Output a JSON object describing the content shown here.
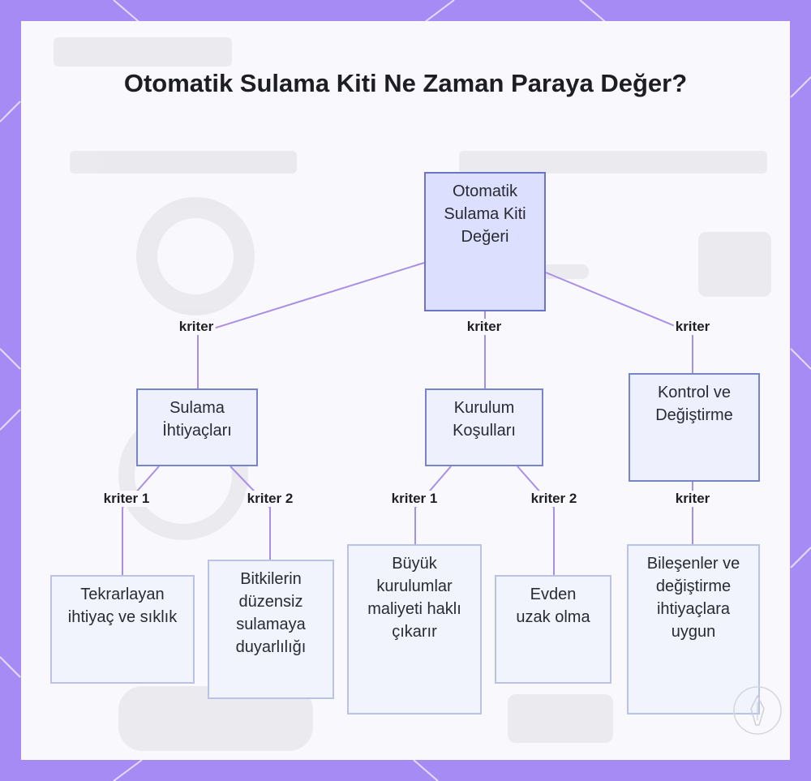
{
  "title": "Otomatik Sulama Kiti Ne Zaman Paraya Değer?",
  "diagram": {
    "nodes": [
      {
        "id": "root",
        "text": "Otomatik Sulama Kiti Değeri"
      },
      {
        "id": "n1",
        "text": "Sulama İhtiyaçları"
      },
      {
        "id": "n2",
        "text": "Kurulum Koşulları"
      },
      {
        "id": "n3",
        "text": "Kontrol ve Değiştirme"
      },
      {
        "id": "l1",
        "text": "Tekrarlayan ihtiyaç ve sıklık"
      },
      {
        "id": "l2",
        "text": "Bitkilerin düzensiz sulamaya duyarlılığı"
      },
      {
        "id": "l3",
        "text": "Büyük kurulumlar maliyeti haklı çıkarır"
      },
      {
        "id": "l4",
        "text": "Evden uzak olma"
      },
      {
        "id": "l5",
        "text": "Bileşenler ve değiştirme ihtiyaçlara uygun"
      }
    ],
    "edges": [
      {
        "from": "root",
        "to": "n1",
        "label": "kriter"
      },
      {
        "from": "root",
        "to": "n2",
        "label": "kriter"
      },
      {
        "from": "root",
        "to": "n3",
        "label": "kriter"
      },
      {
        "from": "n1",
        "to": "l1",
        "label": "kriter 1"
      },
      {
        "from": "n1",
        "to": "l2",
        "label": "kriter 2"
      },
      {
        "from": "n2",
        "to": "l3",
        "label": "kriter 1"
      },
      {
        "from": "n2",
        "to": "l4",
        "label": "kriter 2"
      },
      {
        "from": "n3",
        "to": "l5",
        "label": "kriter"
      }
    ]
  },
  "colors": {
    "frame": "#a78bf5",
    "edge": "#a88ee6",
    "node_border": "#7486c9",
    "root_fill": "#dcdffd"
  }
}
